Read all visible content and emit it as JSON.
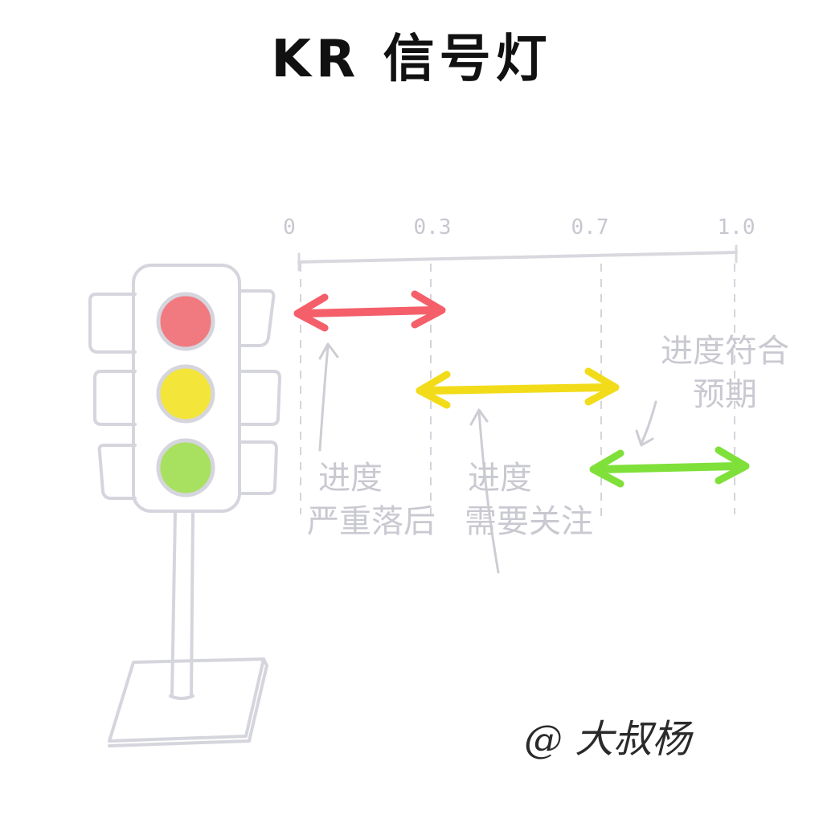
{
  "title": "KR 信号灯",
  "axis": {
    "ticks": [
      "0",
      "0.3",
      "0.7",
      "1.0"
    ]
  },
  "ranges": [
    {
      "from": 0.0,
      "to": 0.3,
      "color": "#f45f6a",
      "label_line1": "进度",
      "label_line2": "严重落后"
    },
    {
      "from": 0.3,
      "to": 0.7,
      "color": "#f2dc1a",
      "label_line1": "进度",
      "label_line2": "需要关注"
    },
    {
      "from": 0.7,
      "to": 1.0,
      "color": "#7fe03a",
      "label_line1": "进度符合",
      "label_line2": "预期"
    }
  ],
  "traffic_light": {
    "lamps": [
      {
        "name": "red",
        "color": "#f07a7f"
      },
      {
        "name": "yellow",
        "color": "#f4e53a"
      },
      {
        "name": "green",
        "color": "#a8e060"
      }
    ],
    "outline_color": "#d5d5dd"
  },
  "signature": "@ 大叔杨"
}
